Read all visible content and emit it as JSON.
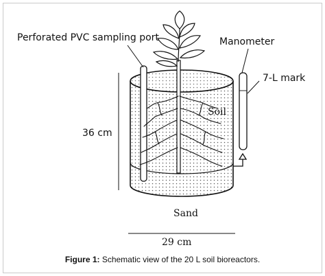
{
  "labels": {
    "sampling_port": "Perforated PVC sampling port",
    "manometer": "Manometer",
    "mark": "7-L mark",
    "soil": "Soil",
    "height": "36 cm",
    "sand": "Sand",
    "width": "29 cm"
  },
  "caption": {
    "prefix": "Figure 1:",
    "text": " Schematic view of the 20 L soil bioreactors."
  },
  "colors": {
    "line": "#111111",
    "frame": "#c9c9c9",
    "stipple": "#555555"
  }
}
